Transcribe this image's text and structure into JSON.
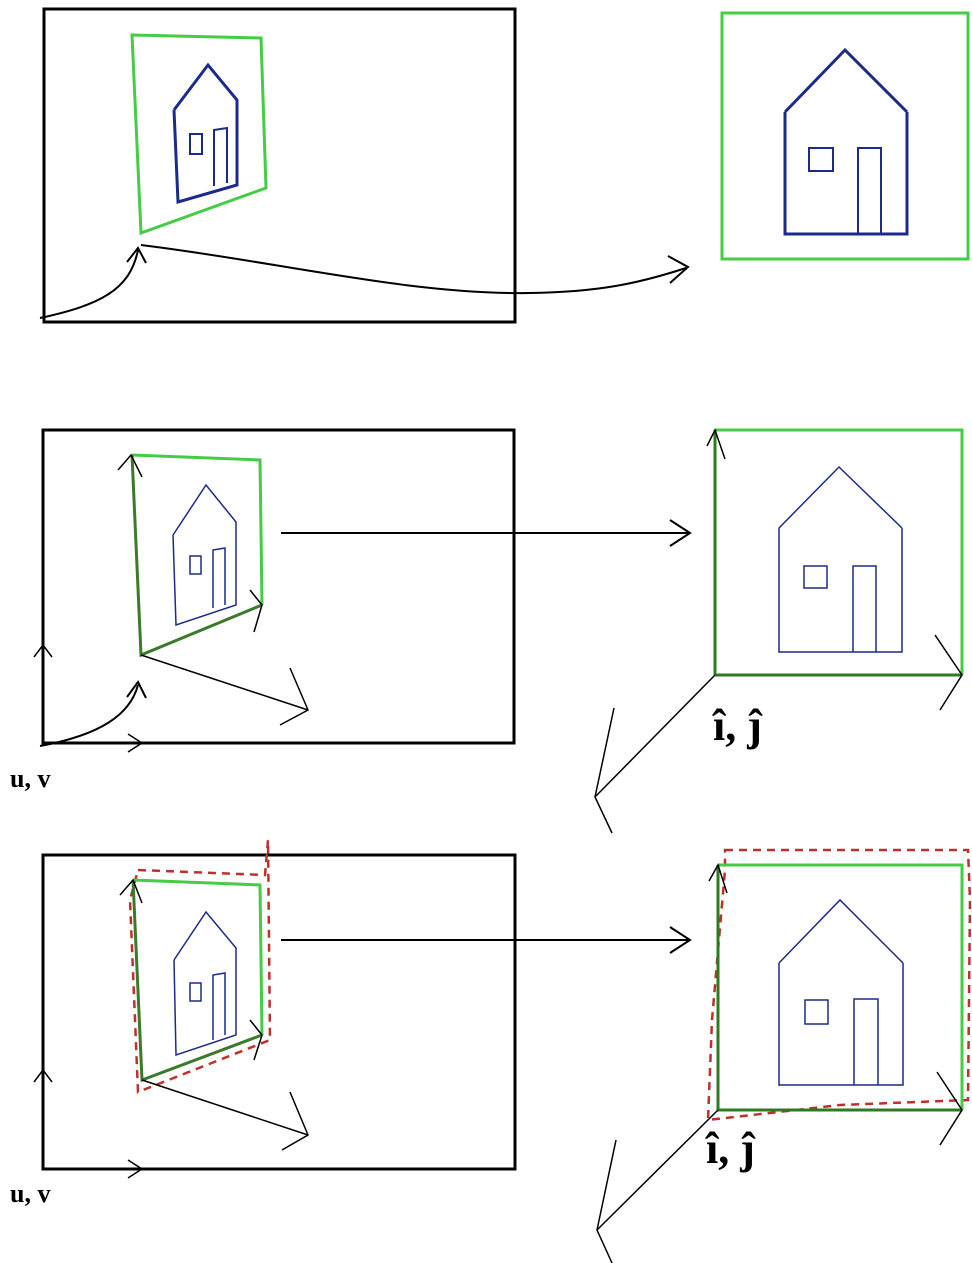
{
  "panels": [
    {
      "id": "top",
      "show_axes": false,
      "labels": {}
    },
    {
      "id": "middle",
      "show_axes": true,
      "labels": {
        "source_axes": "u, v",
        "target_axes": "î, ĵ"
      }
    },
    {
      "id": "bottom",
      "show_axes": true,
      "labels": {
        "source_axes": "u, v",
        "target_axes": "î, ĵ"
      }
    }
  ],
  "colors": {
    "frame": "#000000",
    "quad": "#44cc44",
    "house": "#1c2a8c",
    "arrow": "#000000",
    "error_quad": "#c0302a"
  }
}
